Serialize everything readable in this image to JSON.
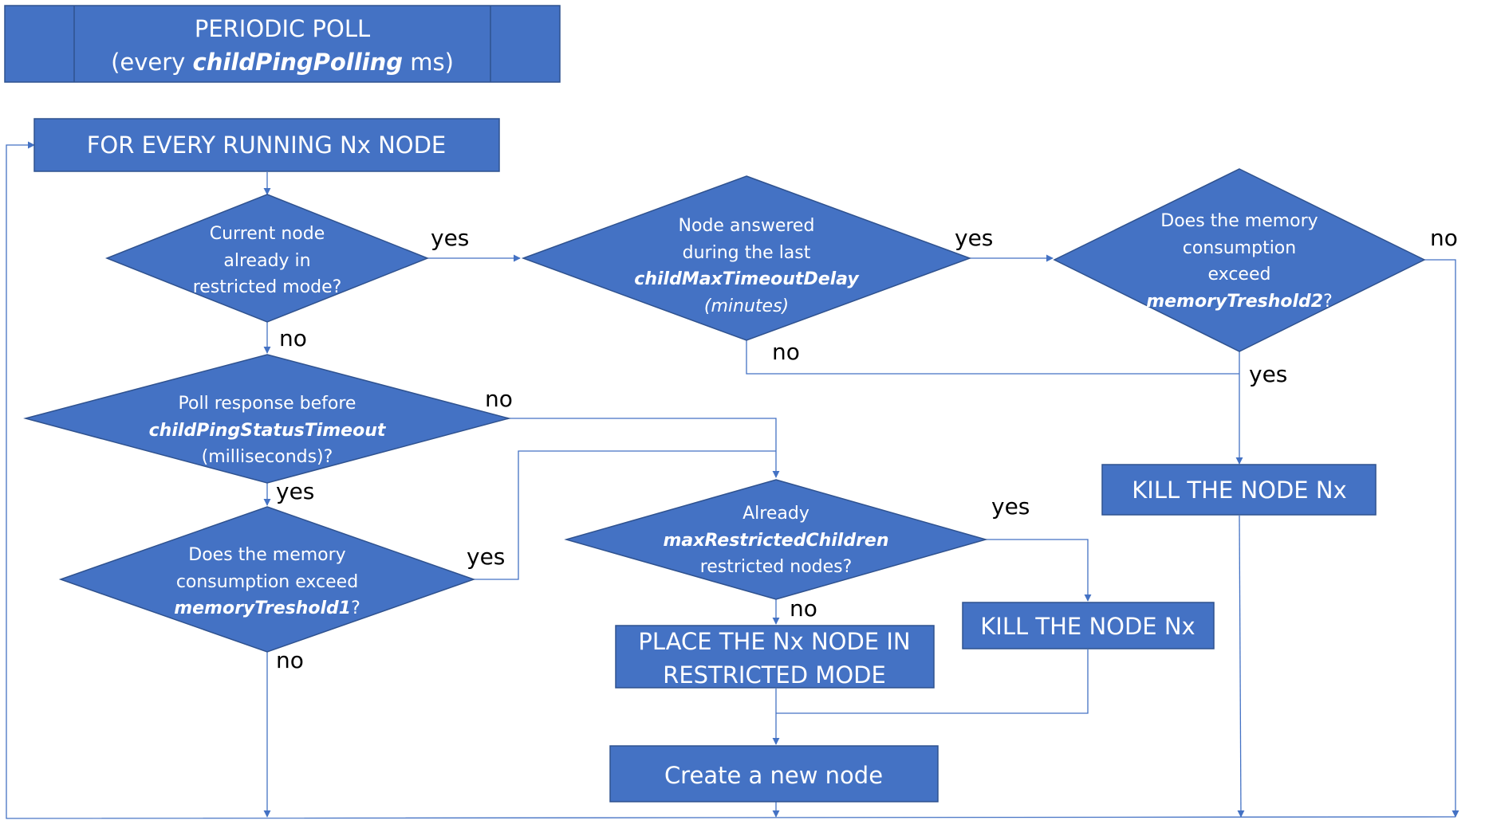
{
  "title_box": {
    "line1": "PERIODIC POLL",
    "line2_pre": "(every ",
    "line2_param": "childPingPolling",
    "line2_post": " ms)"
  },
  "for_every_box": "FOR EVERY RUNNING Nx NODE",
  "decision_restricted": {
    "line1": "Current node",
    "line2": "already in",
    "line3": "restricted mode?"
  },
  "decision_answered": {
    "line1": "Node answered",
    "line2": "during the last",
    "line3_param": "childMaxTimeoutDelay",
    "line4": "(minutes)"
  },
  "decision_memory2": {
    "line1": "Does the memory",
    "line2": "consumption",
    "line3": "exceed",
    "line4_param": "memoryTreshold2",
    "line4_post": "?"
  },
  "decision_poll": {
    "line1": "Poll response before",
    "line2_param": "childPingStatusTimeout",
    "line3": "(milliseconds)?"
  },
  "decision_memory1": {
    "line1": "Does the memory",
    "line2": "consumption exceed",
    "line3_param": "memoryTreshold1",
    "line3_post": "?"
  },
  "decision_max_children": {
    "line1": "Already",
    "line2_param": "maxRestrictedChildren",
    "line3": "restricted nodes?"
  },
  "kill_node_right": "KILL THE NODE Nx",
  "kill_node_middle": "KILL THE NODE Nx",
  "place_restricted": {
    "line1": "PLACE THE Nx NODE IN",
    "line2": "RESTRICTED MODE"
  },
  "create_node": "Create a new node",
  "edge_labels": {
    "restricted_yes": "yes",
    "restricted_no": "no",
    "answered_yes": "yes",
    "answered_no": "no",
    "memory2_no": "no",
    "memory2_yes": "yes",
    "poll_no": "no",
    "poll_yes": "yes",
    "memory1_yes": "yes",
    "memory1_no": "no",
    "max_children_yes": "yes",
    "max_children_no": "no"
  },
  "colors": {
    "shape_fill": "#4472C4",
    "shape_border": "#2F528F",
    "connector": "#4472C4",
    "shape_text": "#FFFFFF",
    "label_text": "#000000"
  }
}
